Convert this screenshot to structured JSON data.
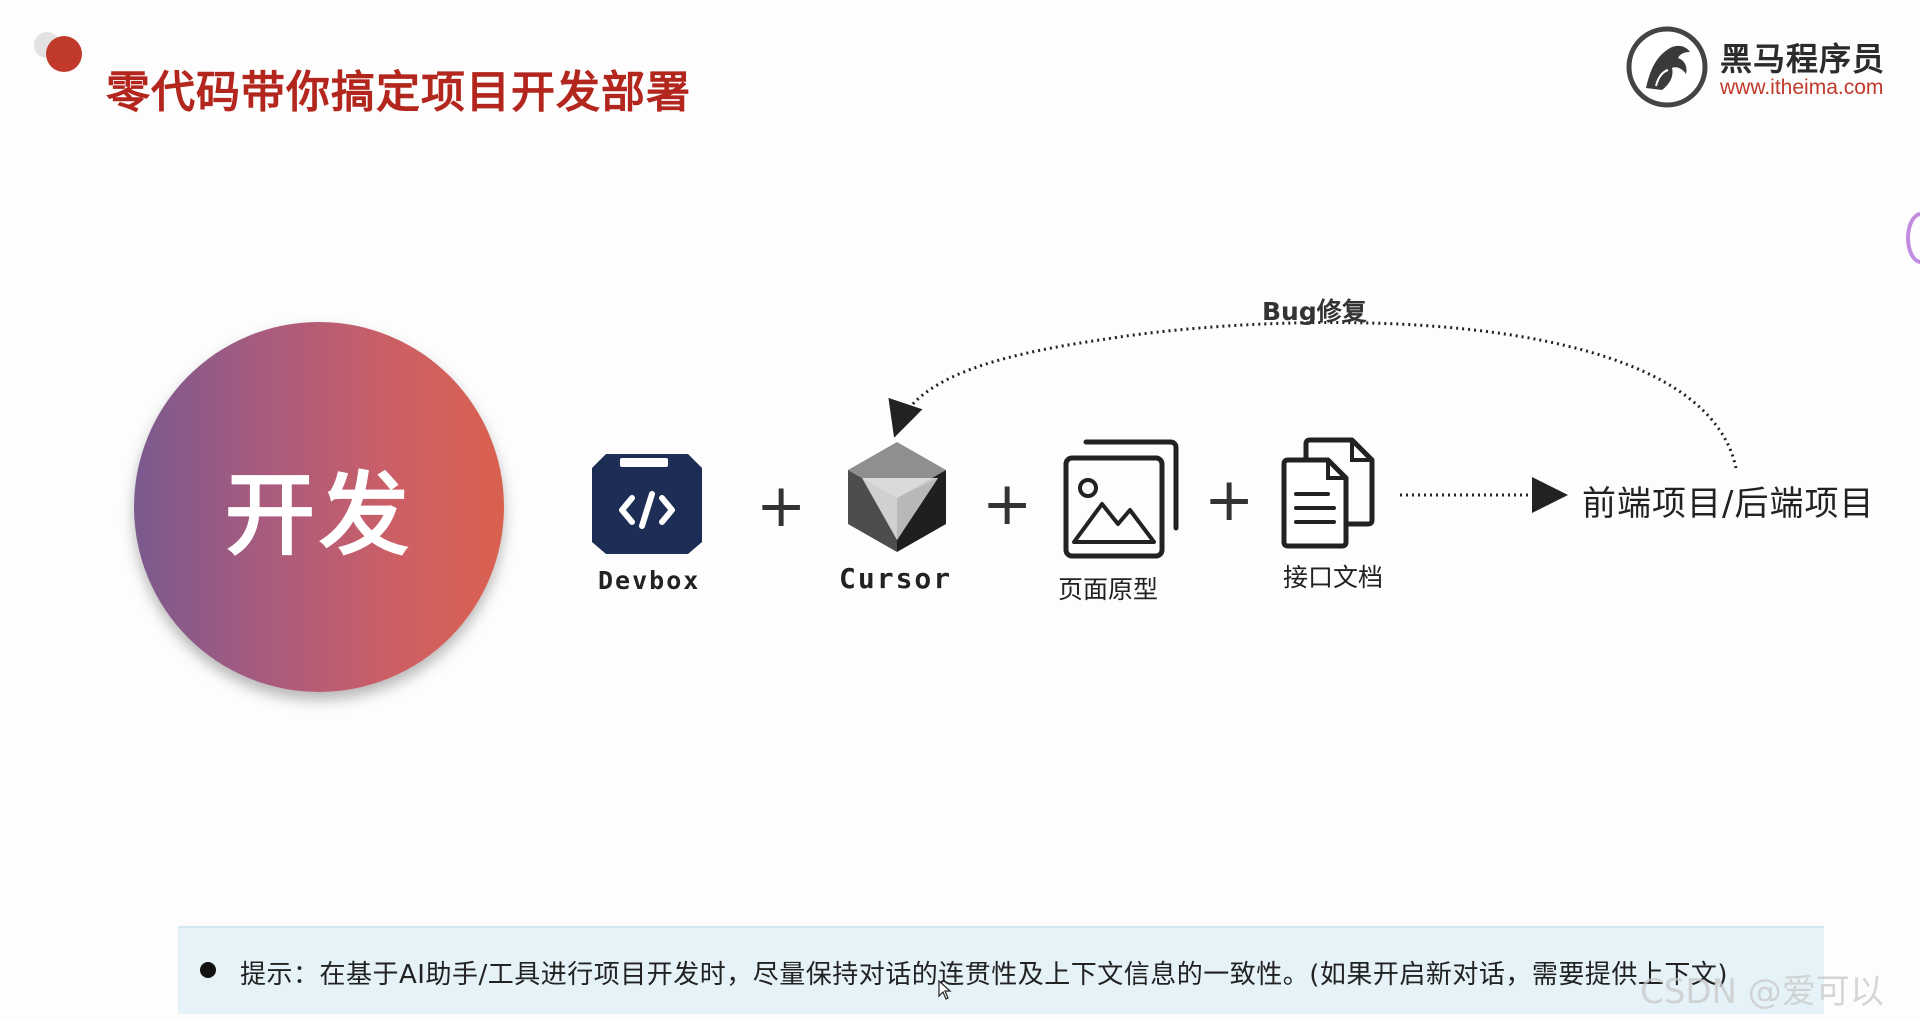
{
  "slide": {
    "title": "零代码带你搞定项目开发部署"
  },
  "brand": {
    "name": "黑马程序员",
    "url": "www.itheima.com",
    "accent_color": "#c0392b"
  },
  "main_circle": {
    "label": "开发"
  },
  "workflow": {
    "items": [
      {
        "label": "Devbox",
        "icon": "devbox-icon"
      },
      {
        "label": "Cursor",
        "icon": "cursor-logo-icon"
      },
      {
        "label": "页面原型",
        "icon": "image-gallery-icon"
      },
      {
        "label": "接口文档",
        "icon": "documents-icon"
      }
    ],
    "operator": "+",
    "output": "前端项目/后端项目",
    "loop_label": "Bug修复"
  },
  "tip": {
    "text": "提示：在基于AI助手/工具进行项目开发时，尽量保持对话的连贯性及上下文信息的一致性。(如果开启新对话，需要提供上下文)"
  },
  "watermark": {
    "text": "CSDN @爱可以"
  }
}
